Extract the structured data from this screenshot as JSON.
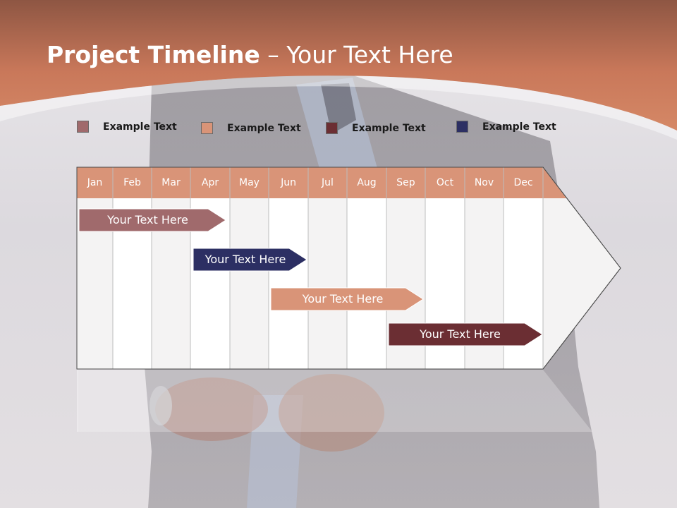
{
  "title": {
    "bold": "Project Timeline",
    "rest": " – Your Text Here"
  },
  "colors": {
    "header": "#c9785a",
    "header_dark": "#8e5643",
    "legend_1": "#a06a6c",
    "legend_2": "#d99478",
    "legend_3": "#6b2e33",
    "legend_4": "#2c2f63",
    "month_header": "#d99478"
  },
  "legend": [
    {
      "label": "Example Text",
      "color": "#a06a6c"
    },
    {
      "label": "Example Text",
      "color": "#d99478"
    },
    {
      "label": "Example Text",
      "color": "#6b2e33"
    },
    {
      "label": "Example Text",
      "color": "#2c2f63"
    }
  ],
  "months": [
    "Jan",
    "Feb",
    "Mar",
    "Apr",
    "May",
    "Jun",
    "Jul",
    "Aug",
    "Sep",
    "Oct",
    "Nov",
    "Dec"
  ],
  "bars": [
    {
      "label": "Your  Text Here",
      "color": "#a06a6c"
    },
    {
      "label": "Your  Text Here",
      "color": "#2c2f63"
    },
    {
      "label": "Your  Text Here",
      "color": "#d99478"
    },
    {
      "label": "Your  Text Here",
      "color": "#6b2e33"
    }
  ]
}
